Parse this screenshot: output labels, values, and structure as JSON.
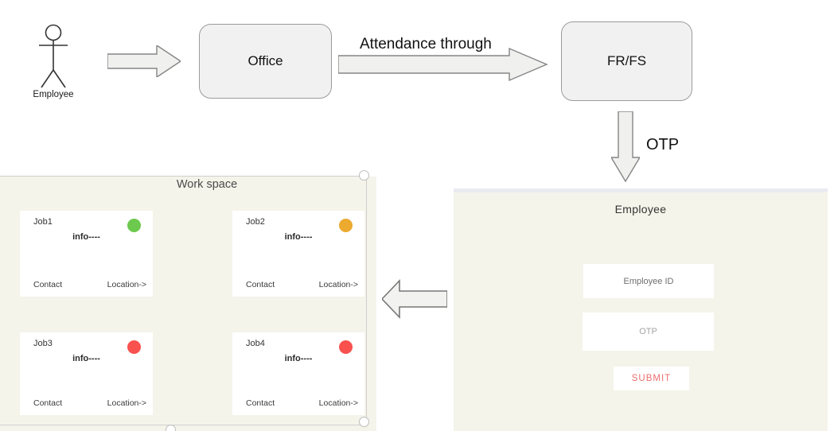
{
  "flowchart": {
    "actor": {
      "label": "Employee"
    },
    "office": {
      "label": "Office"
    },
    "attendance_arrow": {
      "label": "Attendance through"
    },
    "frfs": {
      "label": "FR/FS"
    },
    "otp_arrow": {
      "label": "OTP"
    }
  },
  "login_panel": {
    "title": "Employee",
    "employee_id_input": {
      "placeholder": "Employee ID"
    },
    "otp_input": {
      "placeholder": "OTP"
    },
    "submit_button": {
      "label": "SUBMIT"
    }
  },
  "workspace_panel": {
    "title": "Work space",
    "jobs": [
      {
        "label": "Job1",
        "info": "info----",
        "contact": "Contact",
        "location": "Location->",
        "status": "green",
        "status_color": "#6cc94d"
      },
      {
        "label": "Job2",
        "info": "info----",
        "contact": "Contact",
        "location": "Location->",
        "status": "orange",
        "status_color": "#ecaa2f"
      },
      {
        "label": "Job3",
        "info": "info----",
        "contact": "Contact",
        "location": "Location->",
        "status": "red",
        "status_color": "#f8514e"
      },
      {
        "label": "Job4",
        "info": "info----",
        "contact": "Contact",
        "location": "Location->",
        "status": "red",
        "status_color": "#f8514e"
      }
    ]
  },
  "colors": {
    "panel_bg": "#f5f4ea",
    "shape_fill": "#f1f1f1",
    "shape_border": "#9b9b9b",
    "arrow_fill": "#f0f0ee",
    "arrow_border": "#7f7f7f",
    "submit_text": "#ee6e6e",
    "login_topstrip": "#e9ebf1"
  }
}
